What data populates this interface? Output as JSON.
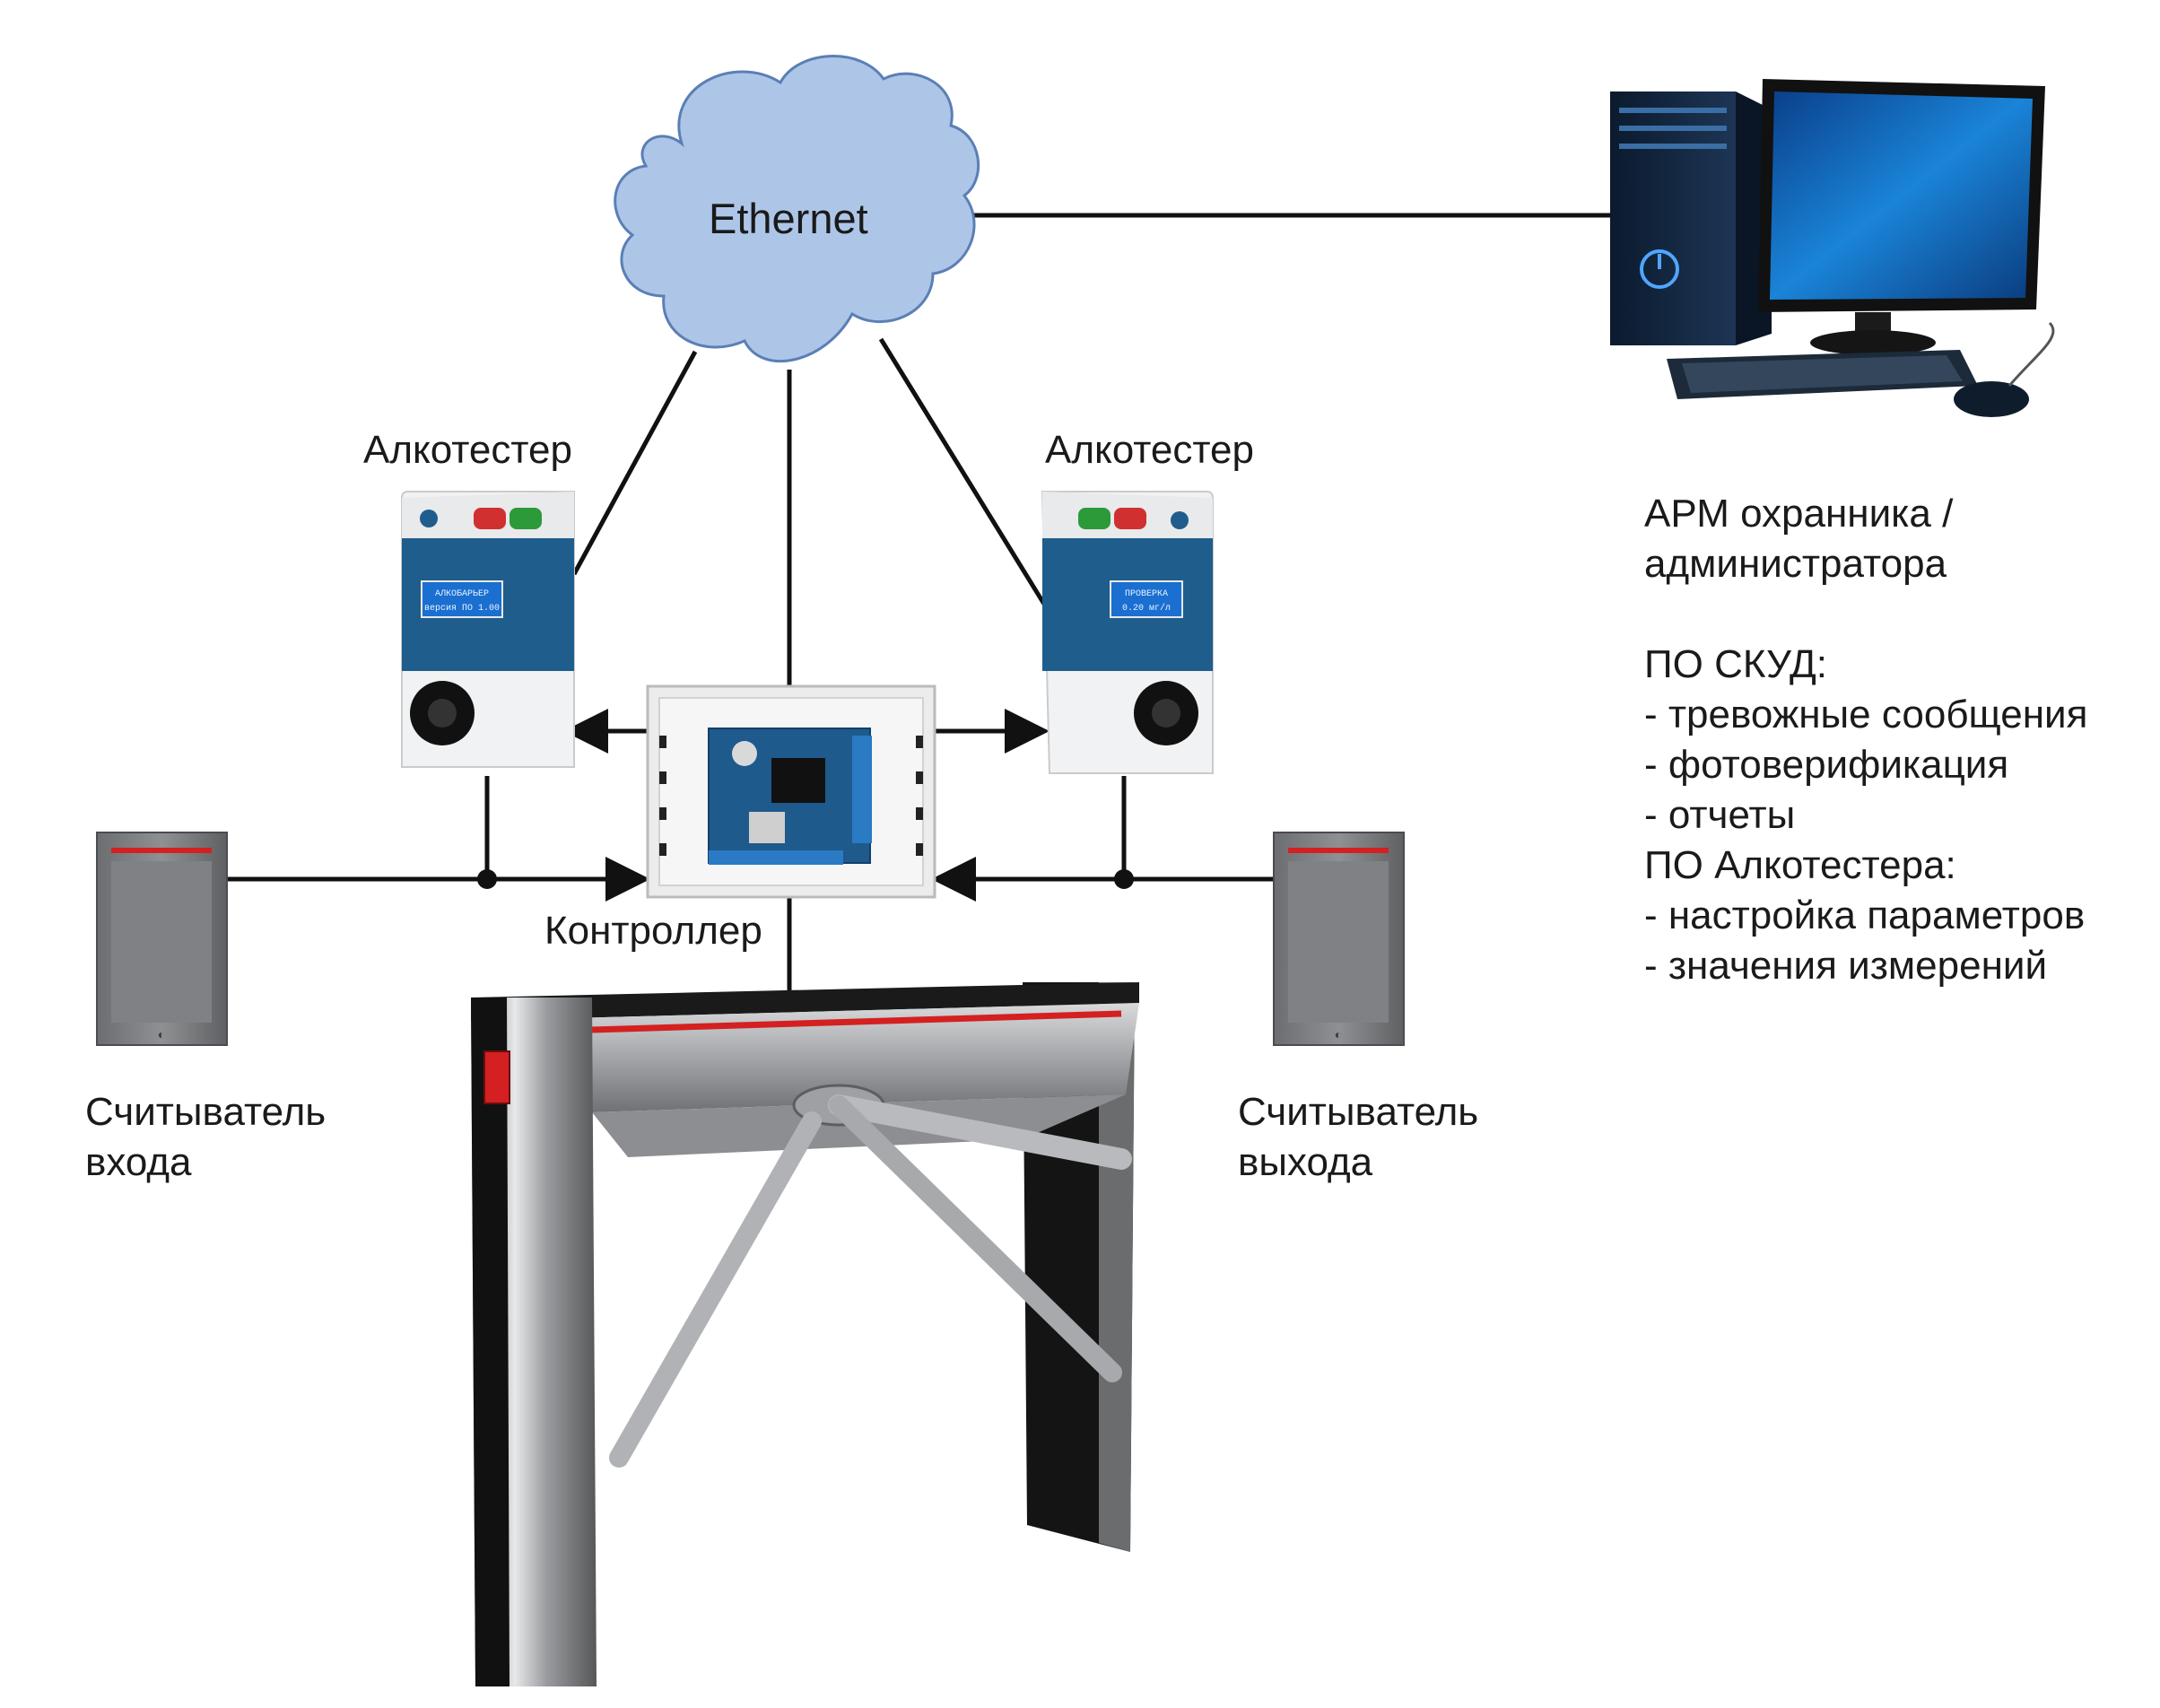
{
  "cloud": {
    "label": "Ethernet"
  },
  "alcotester_left": {
    "label": "Алкотестер",
    "screen_line1": "АЛКОБАРЬЕР",
    "screen_line2": "версия ПО 1.00"
  },
  "alcotester_right": {
    "label": "Алкотестер",
    "screen_line1": "ПРОВЕРКА",
    "screen_line2": "0.20 мг/л"
  },
  "controller": {
    "label": "Контроллер"
  },
  "reader_entry": {
    "line1": "Считыватель",
    "line2": "входа"
  },
  "reader_exit": {
    "line1": "Считыватель",
    "line2": "выхода"
  },
  "workstation": {
    "title_line1": "АРМ охранника /",
    "title_line2": "администратора",
    "acs_heading": "ПО СКУД:",
    "acs_items": [
      "- тревожные сообщения",
      "- фотоверификация",
      "- отчеты"
    ],
    "alco_heading": "ПО Алкотестера:",
    "alco_items": [
      "- настройка параметров",
      "- значения измерений"
    ]
  },
  "colors": {
    "cloud_fill": "#adc6e8",
    "cloud_stroke": "#5b7fb5",
    "line": "#111111",
    "accent_red": "#d42020",
    "device_blue": "#1f5d8c"
  }
}
